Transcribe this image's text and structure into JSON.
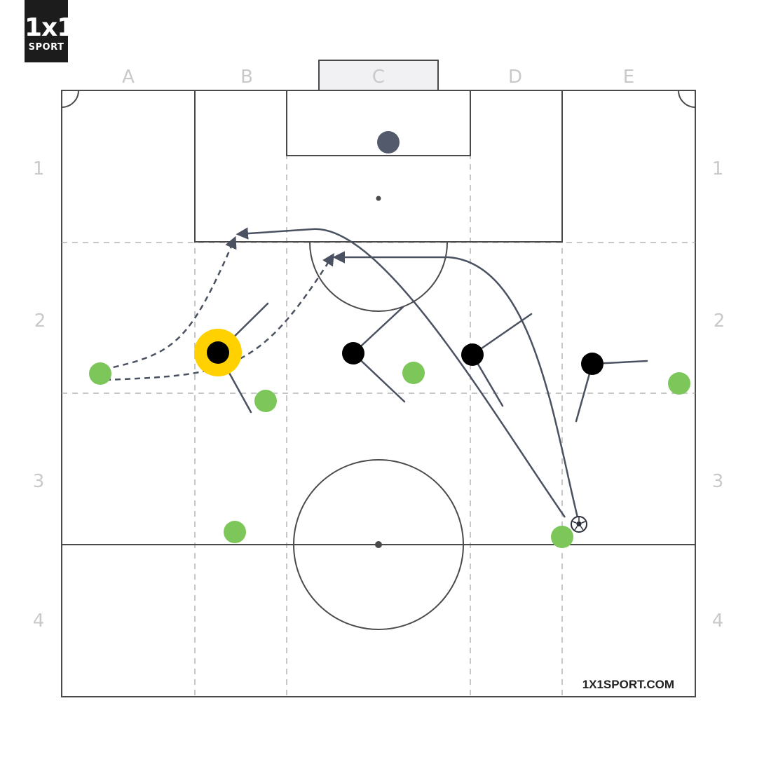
{
  "logo": {
    "mark": "1x1",
    "word": "SPORT"
  },
  "columns": [
    "A",
    "B",
    "C",
    "D",
    "E"
  ],
  "rows": [
    "1",
    "2",
    "3",
    "4"
  ],
  "watermark": "1X1SPORT.COM",
  "colors": {
    "line": "#4a4a4a",
    "grid": "#b5b5b5",
    "label": "#c9c9c9",
    "goal_fill": "#f1f0f3",
    "teammate": "#7dc75a",
    "opponent": "#000000",
    "highlight": "#ffd100",
    "goalkeeper": "#525a6c",
    "run_line": "#4a5160"
  },
  "icons": [
    "ball-icon",
    "arrowhead-icon"
  ]
}
